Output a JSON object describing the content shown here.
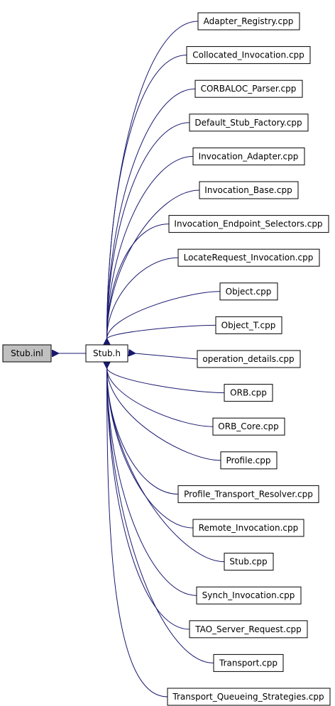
{
  "diagram": {
    "root": {
      "label": "Stub.inl",
      "fill": "#c0c0c0"
    },
    "hub": {
      "label": "Stub.h",
      "fill": "#ffffff"
    },
    "includers": [
      "Adapter_Registry.cpp",
      "Collocated_Invocation.cpp",
      "CORBALOC_Parser.cpp",
      "Default_Stub_Factory.cpp",
      "Invocation_Adapter.cpp",
      "Invocation_Base.cpp",
      "Invocation_Endpoint_Selectors.cpp",
      "LocateRequest_Invocation.cpp",
      "Object.cpp",
      "Object_T.cpp",
      "operation_details.cpp",
      "ORB.cpp",
      "ORB_Core.cpp",
      "Profile.cpp",
      "Profile_Transport_Resolver.cpp",
      "Remote_Invocation.cpp",
      "Stub.cpp",
      "Synch_Invocation.cpp",
      "TAO_Server_Request.cpp",
      "Transport.cpp",
      "Transport_Queueing_Strategies.cpp"
    ],
    "edge_color": "#191970"
  }
}
